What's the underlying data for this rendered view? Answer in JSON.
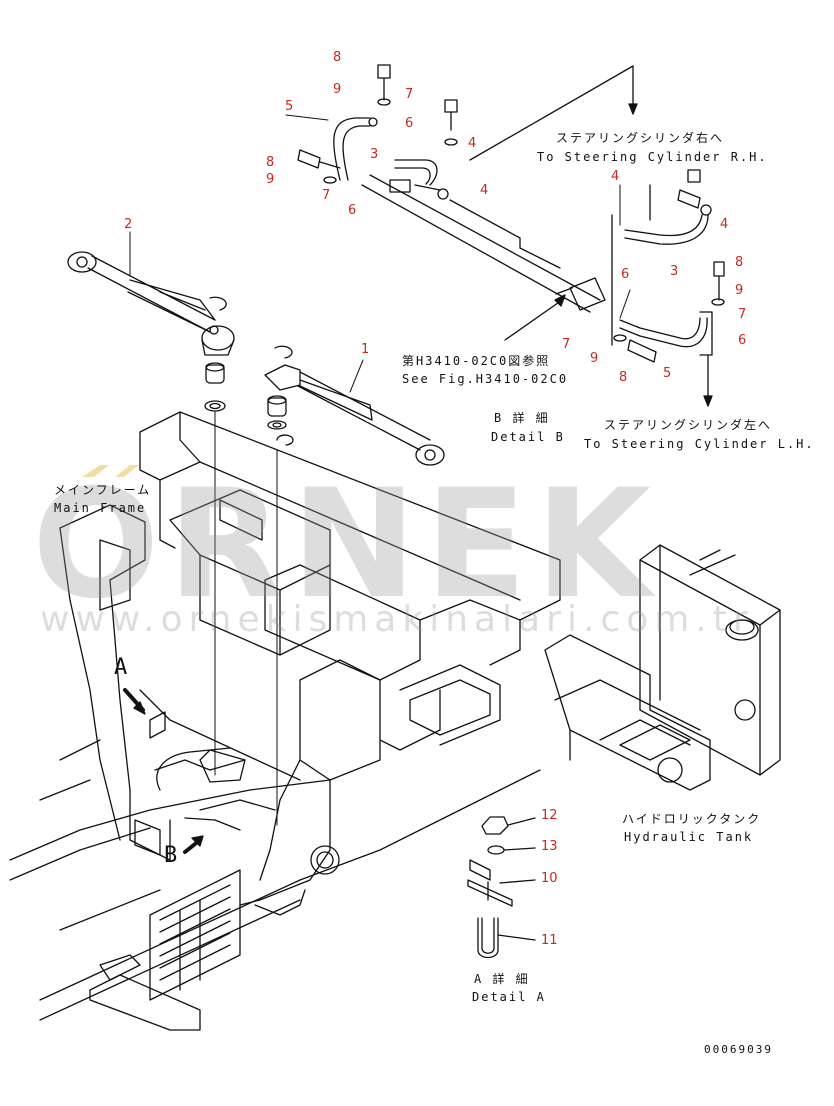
{
  "colors": {
    "line": "#111111",
    "part_number": "#c8281e",
    "watermark": "#9a9a9a",
    "watermark_accent": "#e8c25a"
  },
  "watermark": {
    "brand": "ORNEK",
    "site": "www.ornekismakinalari.com.tr"
  },
  "labels": {
    "main_frame_jp": "メインフレーム",
    "main_frame_en": "Main Frame",
    "hydraulic_tank_jp": "ハイドロリックタンク",
    "hydraulic_tank_en": "Hydraulic Tank",
    "steering_rh_jp": "ステアリングシリンダ右へ",
    "steering_rh_en": "To Steering Cylinder R.H.",
    "steering_lh_jp": "ステアリングシリンダ左へ",
    "steering_lh_en": "To Steering Cylinder L.H.",
    "see_fig_jp": "第H3410-02C0図参照",
    "see_fig_en": "See Fig.H3410-02C0",
    "detail_b_jp": "B 詳 細",
    "detail_b_en": "Detail B",
    "detail_a_jp": "A 詳 細",
    "detail_a_en": "Detail A",
    "view_a": "A",
    "view_b": "B",
    "drawing_no": "00069039"
  },
  "callouts": {
    "c1": "1",
    "c2": "2",
    "c8a": "8",
    "c9a": "9",
    "c7a": "7",
    "c6a": "6",
    "c5a": "5",
    "c3a": "3",
    "c4a": "4",
    "c8b": "8",
    "c9b": "9",
    "c7b": "7",
    "c6b": "6",
    "c4b": "4",
    "c4c": "4",
    "c4d": "4",
    "c3b": "3",
    "c8c": "8",
    "c9c": "9",
    "c7c": "7",
    "c6c": "6",
    "c6d": "6",
    "c7d": "7",
    "c9d": "9",
    "c8d": "8",
    "c5b": "5",
    "c12": "12",
    "c13": "13",
    "c10": "10",
    "c11": "11"
  }
}
